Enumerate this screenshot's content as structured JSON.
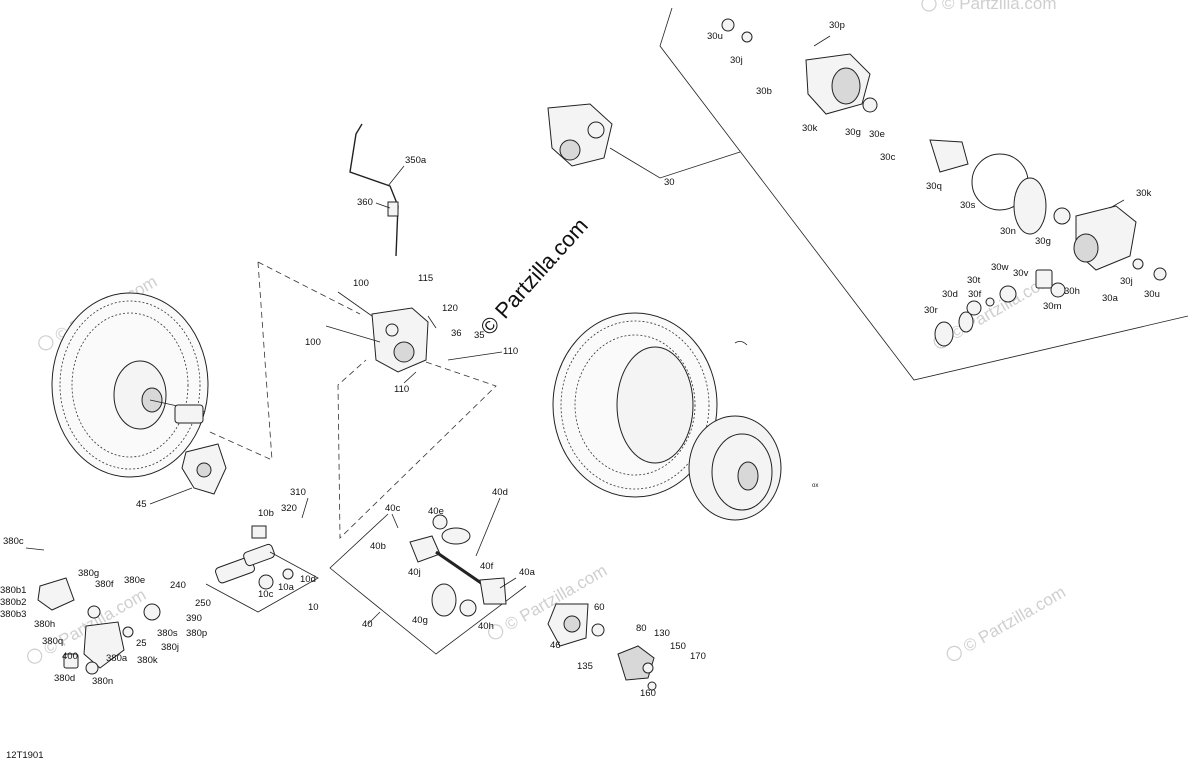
{
  "diagram_code": "12T1901",
  "watermark": {
    "center_text": "© Partzilla.com",
    "faint_text": "© Partzilla.com"
  },
  "callouts": [
    {
      "id": "c-30p",
      "text": "30p"
    },
    {
      "id": "c-30u-a",
      "text": "30u"
    },
    {
      "id": "c-30j-a",
      "text": "30j"
    },
    {
      "id": "c-30b",
      "text": "30b"
    },
    {
      "id": "c-30k-a",
      "text": "30k"
    },
    {
      "id": "c-30g-a",
      "text": "30g"
    },
    {
      "id": "c-30e",
      "text": "30e"
    },
    {
      "id": "c-30c",
      "text": "30c"
    },
    {
      "id": "c-30q",
      "text": "30q"
    },
    {
      "id": "c-30s",
      "text": "30s"
    },
    {
      "id": "c-30n",
      "text": "30n"
    },
    {
      "id": "c-30g-b",
      "text": "30g"
    },
    {
      "id": "c-30k-b",
      "text": "30k"
    },
    {
      "id": "c-30",
      "text": "30"
    },
    {
      "id": "c-30w",
      "text": "30w"
    },
    {
      "id": "c-30v",
      "text": "30v"
    },
    {
      "id": "c-30t",
      "text": "30t"
    },
    {
      "id": "c-30d",
      "text": "30d"
    },
    {
      "id": "c-30f",
      "text": "30f"
    },
    {
      "id": "c-30r",
      "text": "30r"
    },
    {
      "id": "c-30m",
      "text": "30m"
    },
    {
      "id": "c-30h",
      "text": "30h"
    },
    {
      "id": "c-30j-b",
      "text": "30j"
    },
    {
      "id": "c-30a",
      "text": "30a"
    },
    {
      "id": "c-30u-b",
      "text": "30u"
    },
    {
      "id": "c-350a",
      "text": "350a"
    },
    {
      "id": "c-360",
      "text": "360"
    },
    {
      "id": "c-100-a",
      "text": "100"
    },
    {
      "id": "c-115",
      "text": "115"
    },
    {
      "id": "c-120",
      "text": "120"
    },
    {
      "id": "c-100-b",
      "text": "100"
    },
    {
      "id": "c-36",
      "text": "36"
    },
    {
      "id": "c-35",
      "text": "35"
    },
    {
      "id": "c-110-a",
      "text": "110"
    },
    {
      "id": "c-110-b",
      "text": "110"
    },
    {
      "id": "c-45",
      "text": "45"
    },
    {
      "id": "c-310",
      "text": "310"
    },
    {
      "id": "c-320",
      "text": "320"
    },
    {
      "id": "c-10b",
      "text": "10b"
    },
    {
      "id": "c-10c",
      "text": "10c"
    },
    {
      "id": "c-10a",
      "text": "10a"
    },
    {
      "id": "c-10d",
      "text": "10d"
    },
    {
      "id": "c-10",
      "text": "10"
    },
    {
      "id": "c-40c",
      "text": "40c"
    },
    {
      "id": "c-40d",
      "text": "40d"
    },
    {
      "id": "c-40e",
      "text": "40e"
    },
    {
      "id": "c-40b",
      "text": "40b"
    },
    {
      "id": "c-40f",
      "text": "40f"
    },
    {
      "id": "c-40j",
      "text": "40j"
    },
    {
      "id": "c-40a",
      "text": "40a"
    },
    {
      "id": "c-40g",
      "text": "40g"
    },
    {
      "id": "c-40h",
      "text": "40h"
    },
    {
      "id": "c-40",
      "text": "40"
    },
    {
      "id": "c-380c",
      "text": "380c"
    },
    {
      "id": "c-380g",
      "text": "380g"
    },
    {
      "id": "c-380f",
      "text": "380f"
    },
    {
      "id": "c-380e",
      "text": "380e"
    },
    {
      "id": "c-380b1",
      "text": "380b1"
    },
    {
      "id": "c-380b2",
      "text": "380b2"
    },
    {
      "id": "c-380b3",
      "text": "380b3"
    },
    {
      "id": "c-380h",
      "text": "380h"
    },
    {
      "id": "c-380q",
      "text": "380q"
    },
    {
      "id": "c-400",
      "text": "400"
    },
    {
      "id": "c-380d",
      "text": "380d"
    },
    {
      "id": "c-380n",
      "text": "380n"
    },
    {
      "id": "c-380a",
      "text": "380a"
    },
    {
      "id": "c-25",
      "text": "25"
    },
    {
      "id": "c-380k",
      "text": "380k"
    },
    {
      "id": "c-380j",
      "text": "380j"
    },
    {
      "id": "c-380s",
      "text": "380s"
    },
    {
      "id": "c-380p",
      "text": "380p"
    },
    {
      "id": "c-390",
      "text": "390"
    },
    {
      "id": "c-240",
      "text": "240"
    },
    {
      "id": "c-250",
      "text": "250"
    },
    {
      "id": "c-60",
      "text": "60"
    },
    {
      "id": "c-46",
      "text": "46"
    },
    {
      "id": "c-80",
      "text": "80"
    },
    {
      "id": "c-130",
      "text": "130"
    },
    {
      "id": "c-150",
      "text": "150"
    },
    {
      "id": "c-170",
      "text": "170"
    },
    {
      "id": "c-135",
      "text": "135"
    },
    {
      "id": "c-160",
      "text": "160"
    }
  ]
}
